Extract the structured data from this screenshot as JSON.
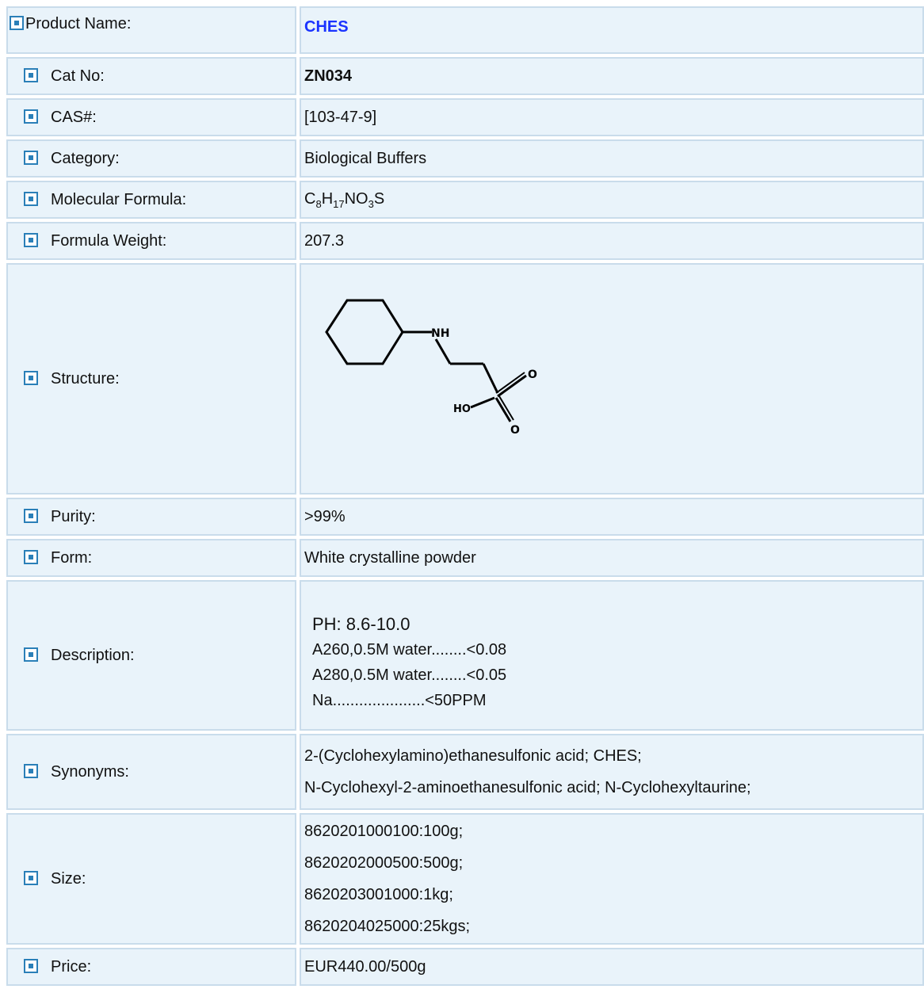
{
  "rows": {
    "product_name": {
      "label": "Product Name:",
      "value": "CHES"
    },
    "cat_no": {
      "label": "Cat No:",
      "value": "ZN034"
    },
    "cas": {
      "label": "CAS#:",
      "value": "[103-47-9]"
    },
    "category": {
      "label": "Category:",
      "value": "Biological Buffers"
    },
    "formula": {
      "label": "Molecular Formula:",
      "parts": [
        "C",
        "8",
        "H",
        "17",
        "NO",
        "3",
        "S"
      ]
    },
    "weight": {
      "label": "Formula Weight:",
      "value": "207.3"
    },
    "structure": {
      "label": "Structure:",
      "atoms": {
        "nh": "NH",
        "o1": "O",
        "o2": "O",
        "ho": "HO"
      }
    },
    "purity": {
      "label": "Purity:",
      "value": ">99%"
    },
    "form": {
      "label": "Form:",
      "value": "White crystalline powder"
    },
    "description": {
      "label": "Description:",
      "lines": [
        "PH: 8.6-10.0",
        "A260,0.5M water........<0.08",
        "A280,0.5M water........<0.05",
        "Na.....................<50PPM"
      ]
    },
    "synonyms": {
      "label": "Synonyms:",
      "lines": [
        "2-(Cyclohexylamino)ethanesulfonic acid; CHES;",
        "N-Cyclohexyl-2-aminoethanesulfonic acid; N-Cyclohexyltaurine;"
      ]
    },
    "size": {
      "label": "Size:",
      "lines": [
        "8620201000100:100g;",
        "8620202000500:500g;",
        "8620203001000:1kg;",
        "8620204025000:25kgs;"
      ]
    },
    "price": {
      "label": "Price:",
      "value": "EUR440.00/500g"
    }
  }
}
